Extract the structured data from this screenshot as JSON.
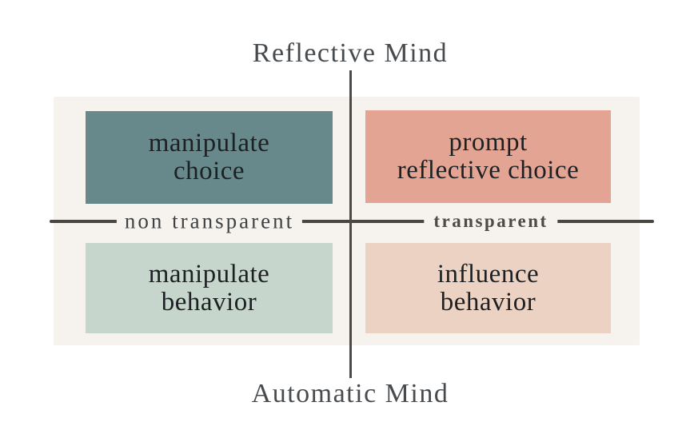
{
  "diagram": {
    "reflective_mind_label": "Reflective Mind",
    "automatic_mind_label": "Automatic Mind",
    "axis_labels": {
      "left": "non transparent",
      "right": "transparent"
    },
    "quadrants": {
      "top_left": {
        "line1": "manipulate",
        "line2": "choice",
        "bg": "#67898b"
      },
      "top_right": {
        "line1": "prompt",
        "line2": "reflective choice",
        "bg": "#e3a493"
      },
      "bottom_left": {
        "line1": "manipulate",
        "line2": "behavior",
        "bg": "#c6d6cc"
      },
      "bottom_right": {
        "line1": "influence",
        "line2": "behavior",
        "bg": "#ecd2c3"
      }
    },
    "colors": {
      "panel_bg": "#f6f3ee",
      "axis_line_horizontal": "#49453f",
      "axis_line_vertical": "#4a4b49",
      "box_text": "#1d2124",
      "axis_label_text": "#3e4245",
      "title_text": "#474b4e"
    }
  }
}
